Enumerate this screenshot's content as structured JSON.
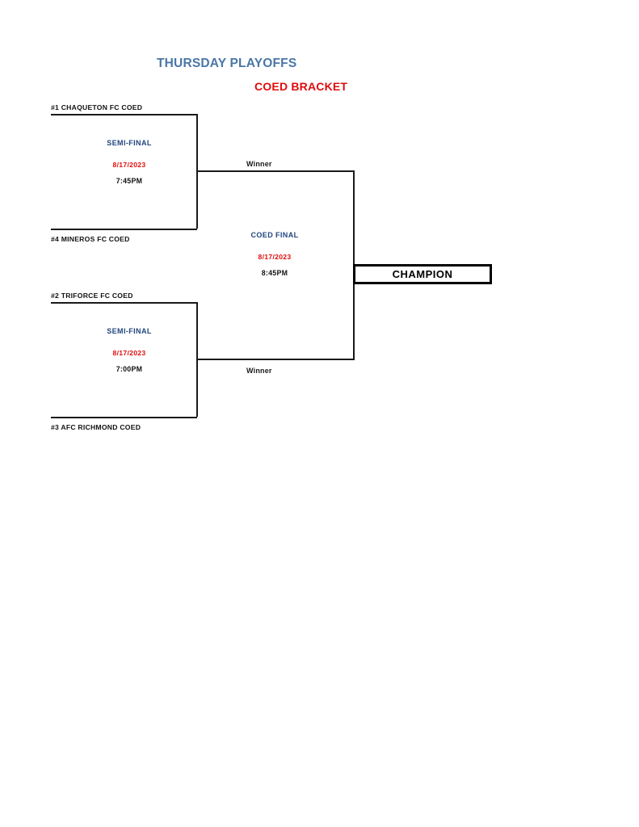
{
  "document": {
    "title_main": "THURSDAY PLAYOFFS",
    "title_sub": "COED BRACKET",
    "colors": {
      "title_blue": "#4a76a8",
      "title_red": "#e00c0c",
      "round_blue": "#21457e",
      "date_red": "#e00c0c",
      "line_black": "#1a1a1a"
    }
  },
  "bracket": {
    "semifinal_1": {
      "top_team": "#1 CHAQUETON FC COED",
      "bottom_team": "#4 MINEROS FC COED",
      "round": "SEMI-FINAL",
      "date": "8/17/2023",
      "time": "7:45PM",
      "winner_label": "Winner"
    },
    "semifinal_2": {
      "top_team": "#2 TRIFORCE FC COED",
      "bottom_team": "#3 AFC RICHMOND COED",
      "round": "SEMI-FINAL",
      "date": "8/17/2023",
      "time": "7:00PM",
      "winner_label": "Winner"
    },
    "final": {
      "round": "COED FINAL",
      "date": "8/17/2023",
      "time": "8:45PM"
    },
    "champion": {
      "label": "CHAMPION"
    }
  }
}
